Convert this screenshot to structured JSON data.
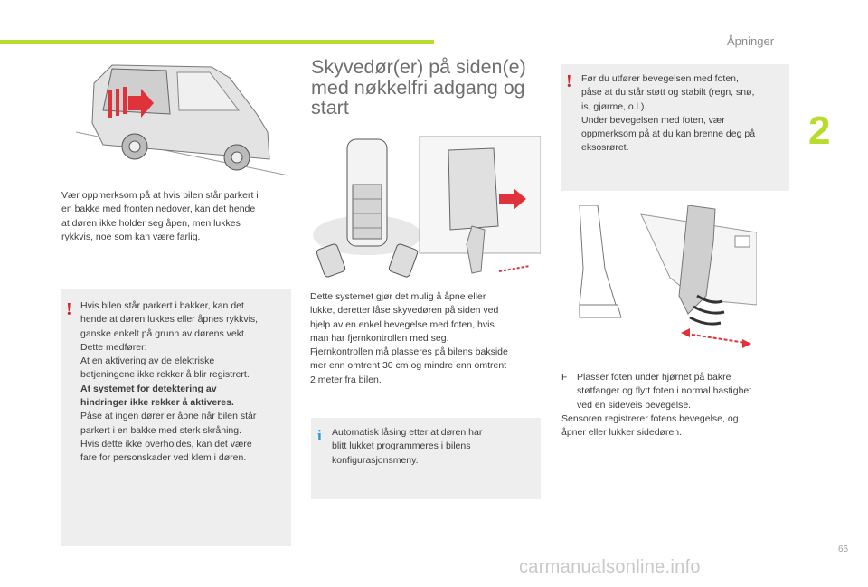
{
  "header": {
    "section_label": "Åpninger",
    "chapter_number": "2",
    "page_number": "65",
    "watermark": "carmanualsonline.info"
  },
  "colors": {
    "accent": "#b7dc2c",
    "warning": "#d8232a",
    "info": "#2a9ad6",
    "box_background": "#eeeeee"
  },
  "left_column": {
    "intro_lines": [
      "Vær oppmerksom på at hvis bilen står parkert i",
      "en bakke med fronten nedover, kan det hende",
      "at døren ikke holder seg åpen, men lukkes",
      "rykkvis, noe som kan være farlig."
    ],
    "warning_icon": "warning-exclamation-icon",
    "warning_lines": [
      "Hvis bilen står parkert i bakker, kan det",
      "hende at døren lukkes eller åpnes rykkvis,",
      "ganske enkelt på grunn av dørens vekt.",
      "Dette medfører:",
      "At en aktivering av de elektriske",
      "betjeningene ikke rekker å blir registrert."
    ],
    "warning_bold_lines": [
      "At systemet for detektering av",
      "hindringer ikke rekker å aktiveres."
    ],
    "warning_tail_lines": [
      "Påse at ingen dører er åpne når bilen står",
      "parkert i en bakke med sterk skråning.",
      "Hvis dette ikke overholdes, kan det være",
      "fare for personskader ved klem i døren."
    ]
  },
  "middle_column": {
    "heading_lines": [
      "Skyvedør(er) på siden(e)",
      "med nøkkelfri adgang og",
      "start"
    ],
    "body_lines": [
      "Dette systemet gjør det mulig å åpne eller",
      "lukke, deretter låse skyvedøren på siden ved",
      "hjelp av en enkel bevegelse med foten, hvis",
      "man har fjernkontrollen med seg.",
      "Fjernkontrollen må plasseres på bilens bakside",
      "mer enn omtrent 30 cm og mindre enn omtrent",
      "2 meter fra bilen."
    ],
    "info_icon": "info-icon",
    "info_lines": [
      "Automatisk låsing etter at døren har",
      "blitt lukket programmeres i bilens",
      "konfigurasjonsmeny."
    ]
  },
  "right_column": {
    "warning_icon": "warning-exclamation-icon",
    "warning_lines": [
      "Før du utfører bevegelsen med foten,",
      "påse at du står støtt og stabilt (regn, snø,",
      "is, gjørme, o.l.).",
      "Under bevegelsen med foten, vær",
      "oppmerksom på at du kan brenne deg på",
      "eksosrøret."
    ],
    "bullet_symbol": "F",
    "bullet_lines": [
      "Plasser foten under hjørnet på bakre",
      "støtfanger og flytt foten i normal hastighet",
      "ved en sideveis bevegelse."
    ],
    "after_lines": [
      "Sensoren registrerer fotens bevegelse, og",
      "åpner eller lukker sidedøren."
    ]
  }
}
